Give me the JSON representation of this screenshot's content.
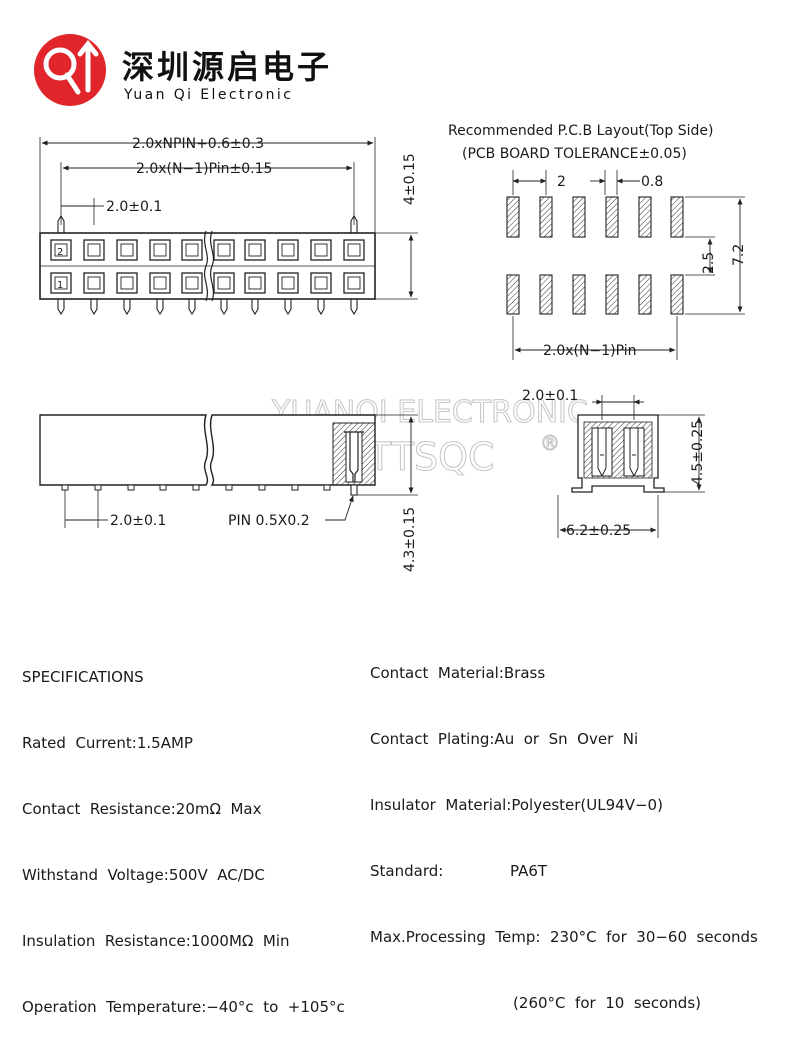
{
  "brand": {
    "name_cn": "深圳源启电子",
    "name_en": "Yuan Qi Electronic",
    "logo_color": "#e0262b",
    "watermark_1": "YUANQI ELECTRONIC",
    "watermark_2": "YTTSQC",
    "watermark_reg": "®"
  },
  "top_view": {
    "dim_overall": "2.0xNPIN+0.6±0.3",
    "dim_pins": "2.0x(N−1)Pin±0.15",
    "dim_pitch": "2.0±0.1",
    "dim_height": "4±0.15",
    "pin1_label": "1",
    "pin2_label": "2"
  },
  "pcb_layout": {
    "title": "Recommended P.C.B Layout(Top Side)",
    "tolerance": "(PCB BOARD TOLERANCE±0.05)",
    "dim_pitch": "2",
    "dim_pad": "0.8",
    "dim_row": "2.5",
    "dim_total": "7.2",
    "dim_span": "2.0x(N−1)Pin"
  },
  "side_view": {
    "dim_pitch": "2.0±0.1",
    "pin_label": "PIN 0.5X0.2",
    "dim_height": "4.3±0.15"
  },
  "end_view": {
    "dim_pitch": "2.0±0.1",
    "dim_height": "4.5±0.25",
    "dim_width": "6.2±0.25"
  },
  "specs_left": [
    "SPECIFICATIONS",
    "Rated  Current:1.5AMP",
    "Contact  Resistance:20mΩ  Max",
    "Withstand  Voltage:500V  AC/DC",
    "Insulation  Resistance:1000MΩ  Min",
    "Operation  Temperature:−40°c  to  +105°c"
  ],
  "specs_right": [
    "Contact  Material:Brass",
    "Contact  Plating:Au  or  Sn  Over  Ni",
    "Insulator  Material:Polyester(UL94V−0)",
    "Standard:              PA6T",
    "Max.Processing  Temp:  230°C  for  30−60  seconds",
    "                              (260°C  for  10  seconds)"
  ]
}
